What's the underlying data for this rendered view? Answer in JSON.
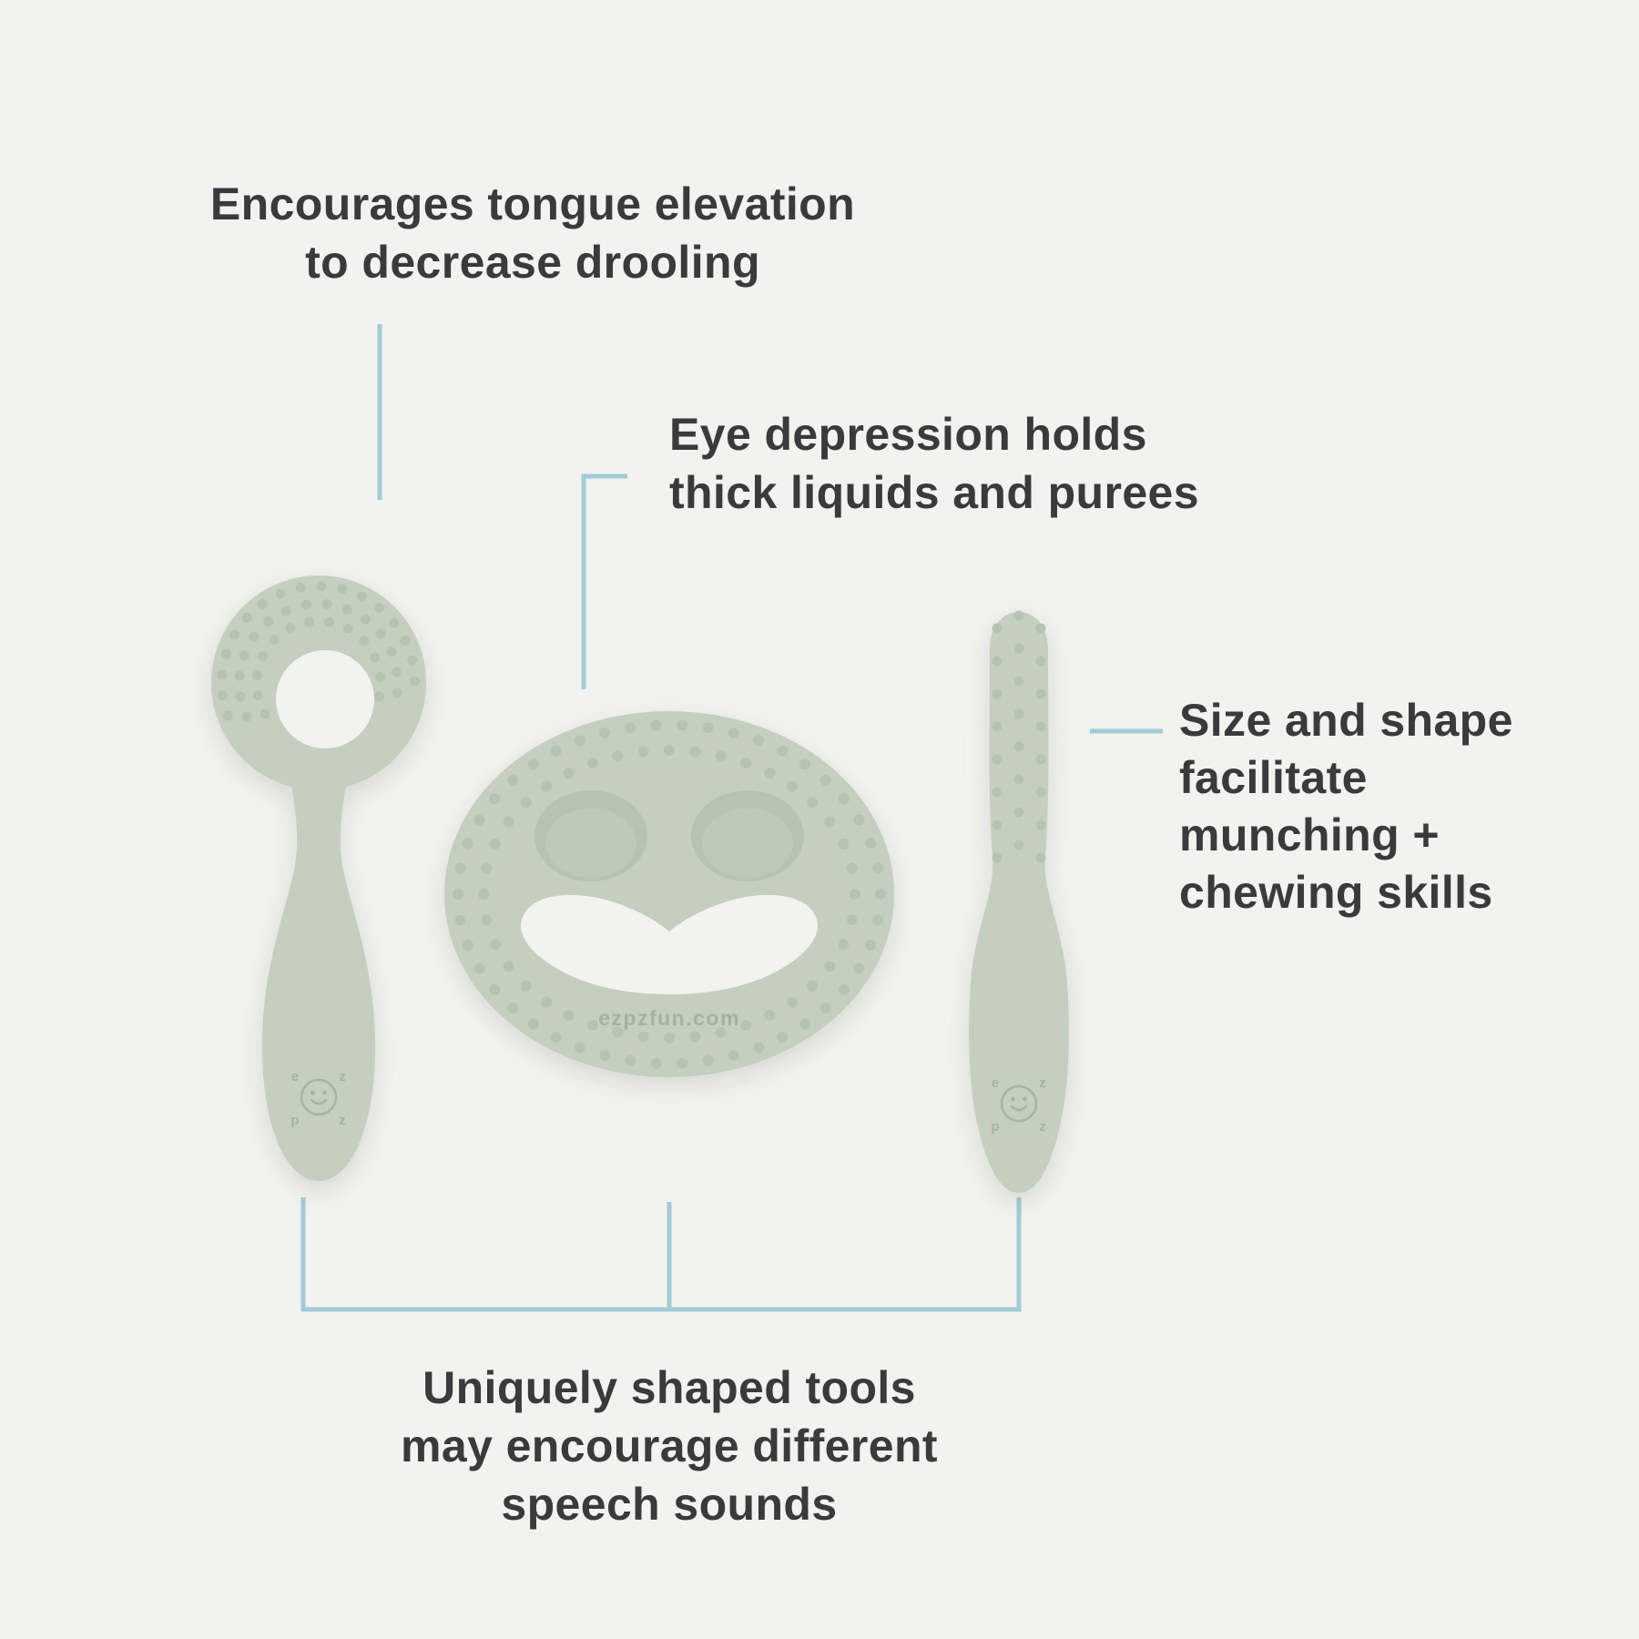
{
  "colors": {
    "background": "#f2f2f0",
    "text": "#3a3a3c",
    "connector": "#a2cbd7",
    "silicone": "#c4cfbf",
    "silicone_dark": "#b7c3b1",
    "silicone_deep": "#a0b09a"
  },
  "captions": {
    "tongue_elevation": {
      "lines": [
        "Encourages tongue elevation",
        "to decrease drooling"
      ]
    },
    "eye_depression": {
      "lines": [
        "Eye depression holds",
        "thick liquids and purees"
      ]
    },
    "size_shape": {
      "lines": [
        "Size and shape",
        "facilitate",
        "munching +",
        "chewing skills"
      ]
    },
    "unique_tools": {
      "lines": [
        "Uniquely shaped tools",
        "may encourage different",
        "speech sounds"
      ]
    }
  },
  "products": {
    "website": "ezpzfun.com",
    "logo_letters": [
      "e",
      "z",
      "p",
      "z"
    ]
  }
}
